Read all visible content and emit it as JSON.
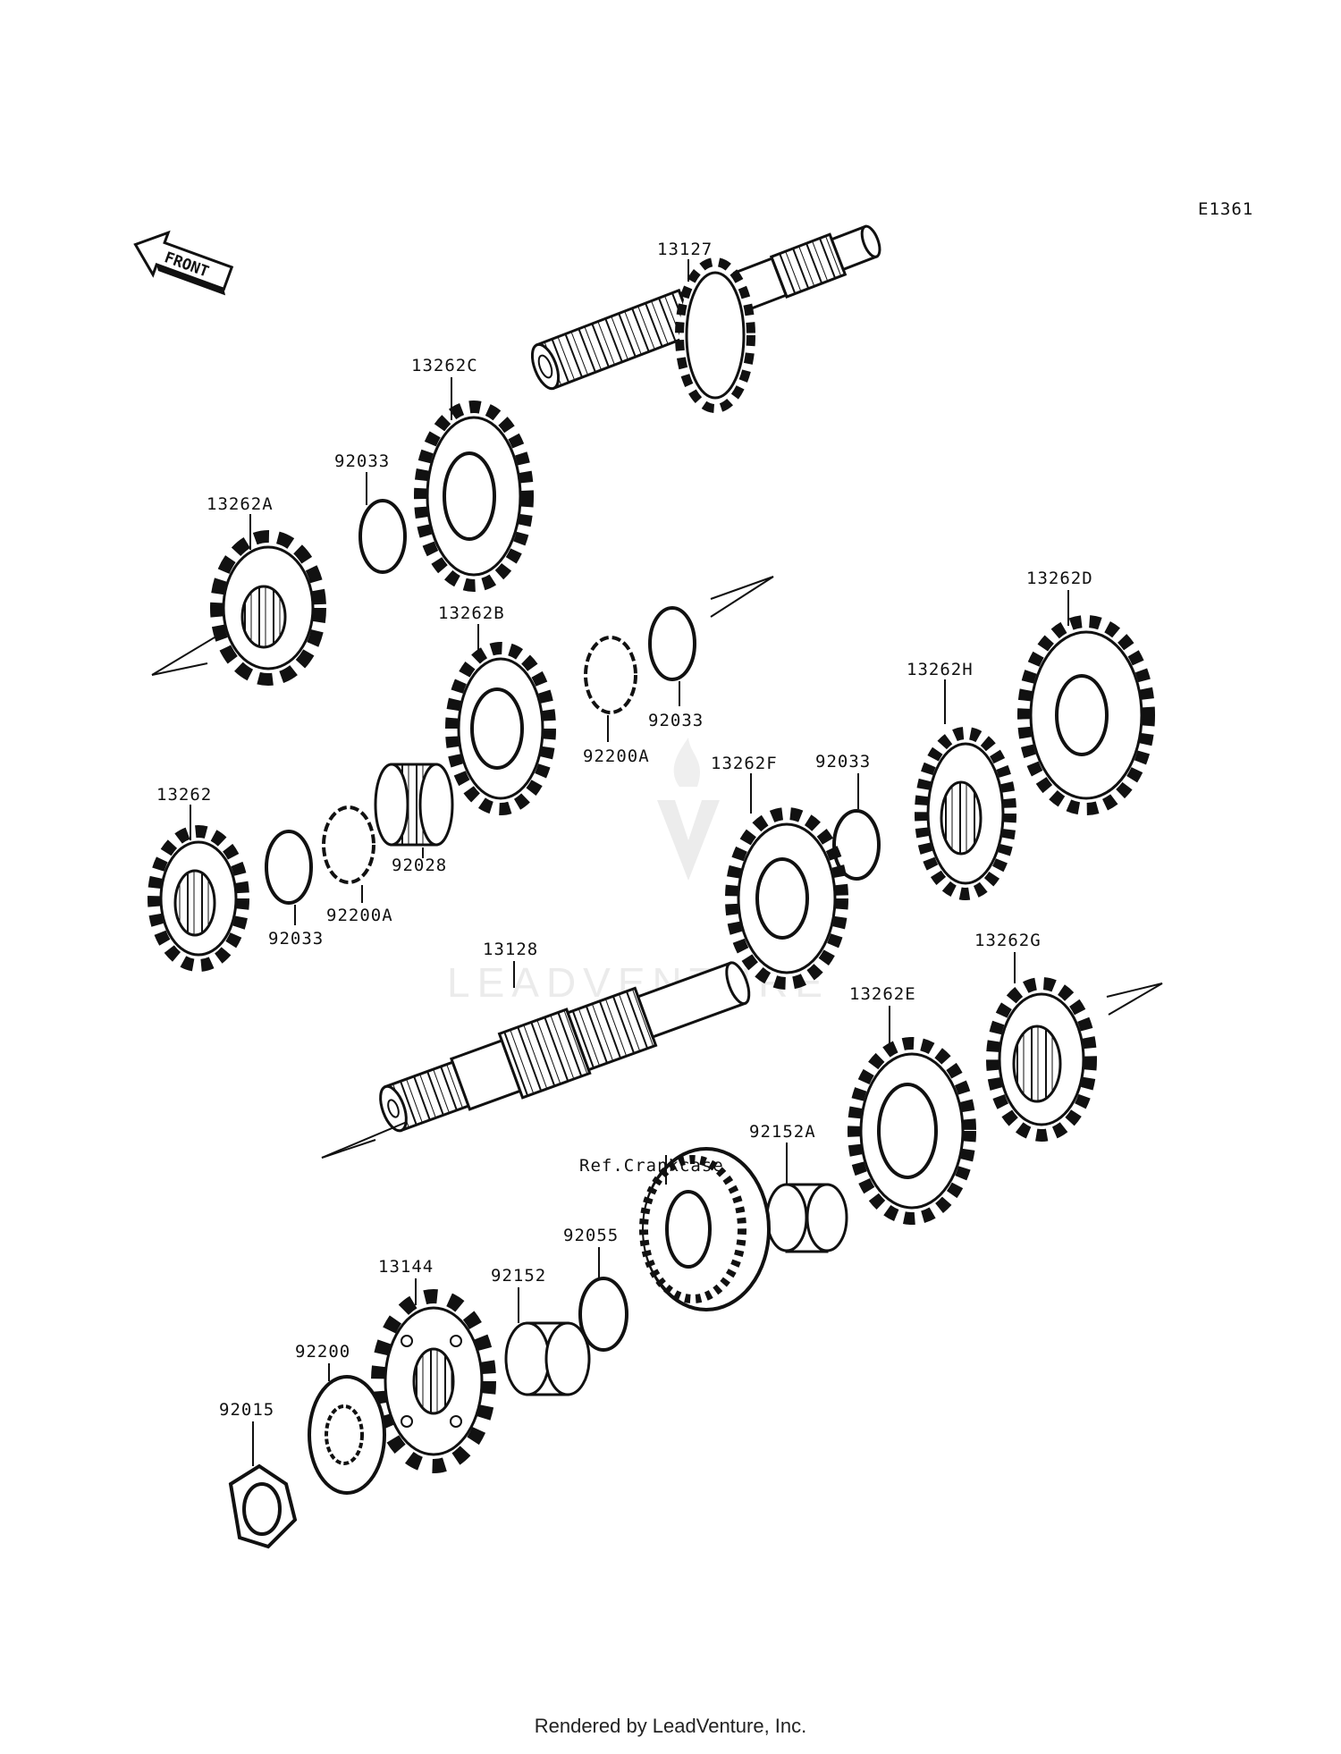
{
  "diagram_code": "E1361",
  "front_label": "FRONT",
  "watermark": "LEADVENTURE",
  "footer": "Rendered by LeadVenture, Inc.",
  "parts": {
    "p13127": "13127",
    "p13262C": "13262C",
    "p92033_a": "92033",
    "p13262A": "13262A",
    "p13262B": "13262B",
    "p13262D": "13262D",
    "p13262H": "13262H",
    "p92033_b": "92033",
    "p92200A_a": "92200A",
    "p13262F": "13262F",
    "p92033_c": "92033",
    "p13262": "13262",
    "p92028": "92028",
    "p92200A_b": "92200A",
    "p92033_d": "92033",
    "p13128": "13128",
    "p13262G": "13262G",
    "p13262E": "13262E",
    "p92152A": "92152A",
    "ref_crankcase": "Ref.Crankcase",
    "p92055": "92055",
    "p13144": "13144",
    "p92152": "92152",
    "p92200": "92200",
    "p92015": "92015"
  }
}
